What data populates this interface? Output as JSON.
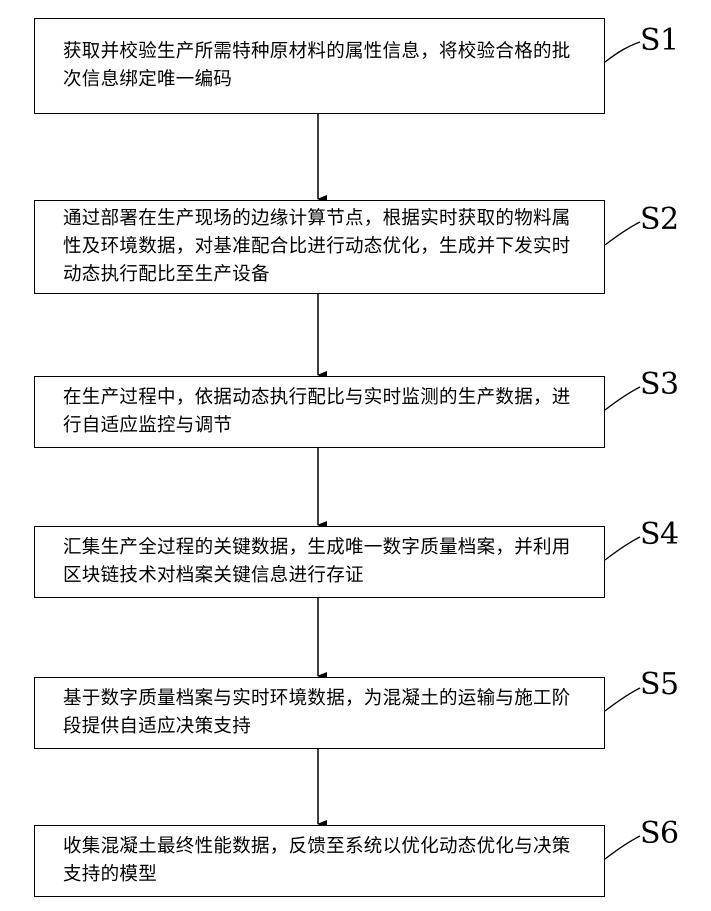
{
  "steps": [
    {
      "tag": "S1",
      "text": "获取并校验生产所需特种原材料的属性信息，将校验合格的批次信息绑定唯一编码"
    },
    {
      "tag": "S2",
      "text": "通过部署在生产现场的边缘计算节点，根据实时获取的物料属性及环境数据，对基准配合比进行动态优化，生成并下发实时动态执行配比至生产设备"
    },
    {
      "tag": "S3",
      "text": "在生产过程中，依据动态执行配比与实时监测的生产数据，进行自适应监控与调节"
    },
    {
      "tag": "S4",
      "text": "汇集生产全过程的关键数据，生成唯一数字质量档案，并利用区块链技术对档案关键信息进行存证"
    },
    {
      "tag": "S5",
      "text": "基于数字质量档案与实时环境数据，为混凝土的运输与施工阶段提供自适应决策支持"
    },
    {
      "tag": "S6",
      "text": "收集混凝土最终性能数据，反馈至系统以优化动态优化与决策支持的模型"
    }
  ]
}
